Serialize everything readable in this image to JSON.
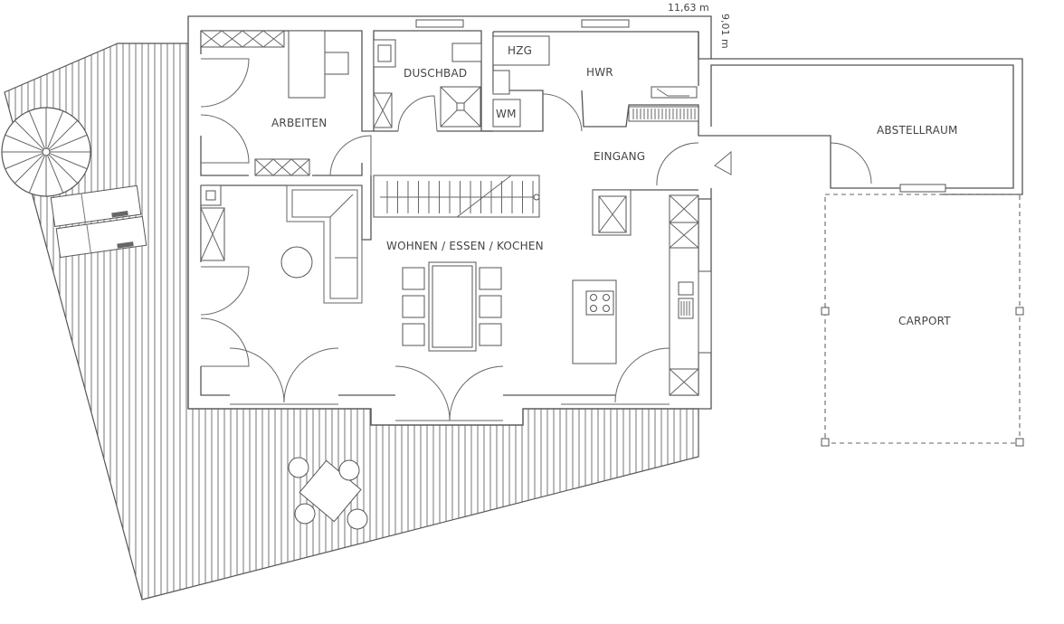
{
  "plan": {
    "dimensions": {
      "width": "11,63 m",
      "depth": "9,01 m"
    },
    "rooms": {
      "arbeiten": "ARBEITEN",
      "duschbad": "DUSCHBAD",
      "hzg": "HZG",
      "hwr": "HWR",
      "wm": "WM",
      "eingang": "EINGANG",
      "wohnen": "WOHNEN / ESSEN / KOCHEN",
      "abstellraum": "ABSTELLRAUM",
      "carport": "CARPORT"
    }
  }
}
